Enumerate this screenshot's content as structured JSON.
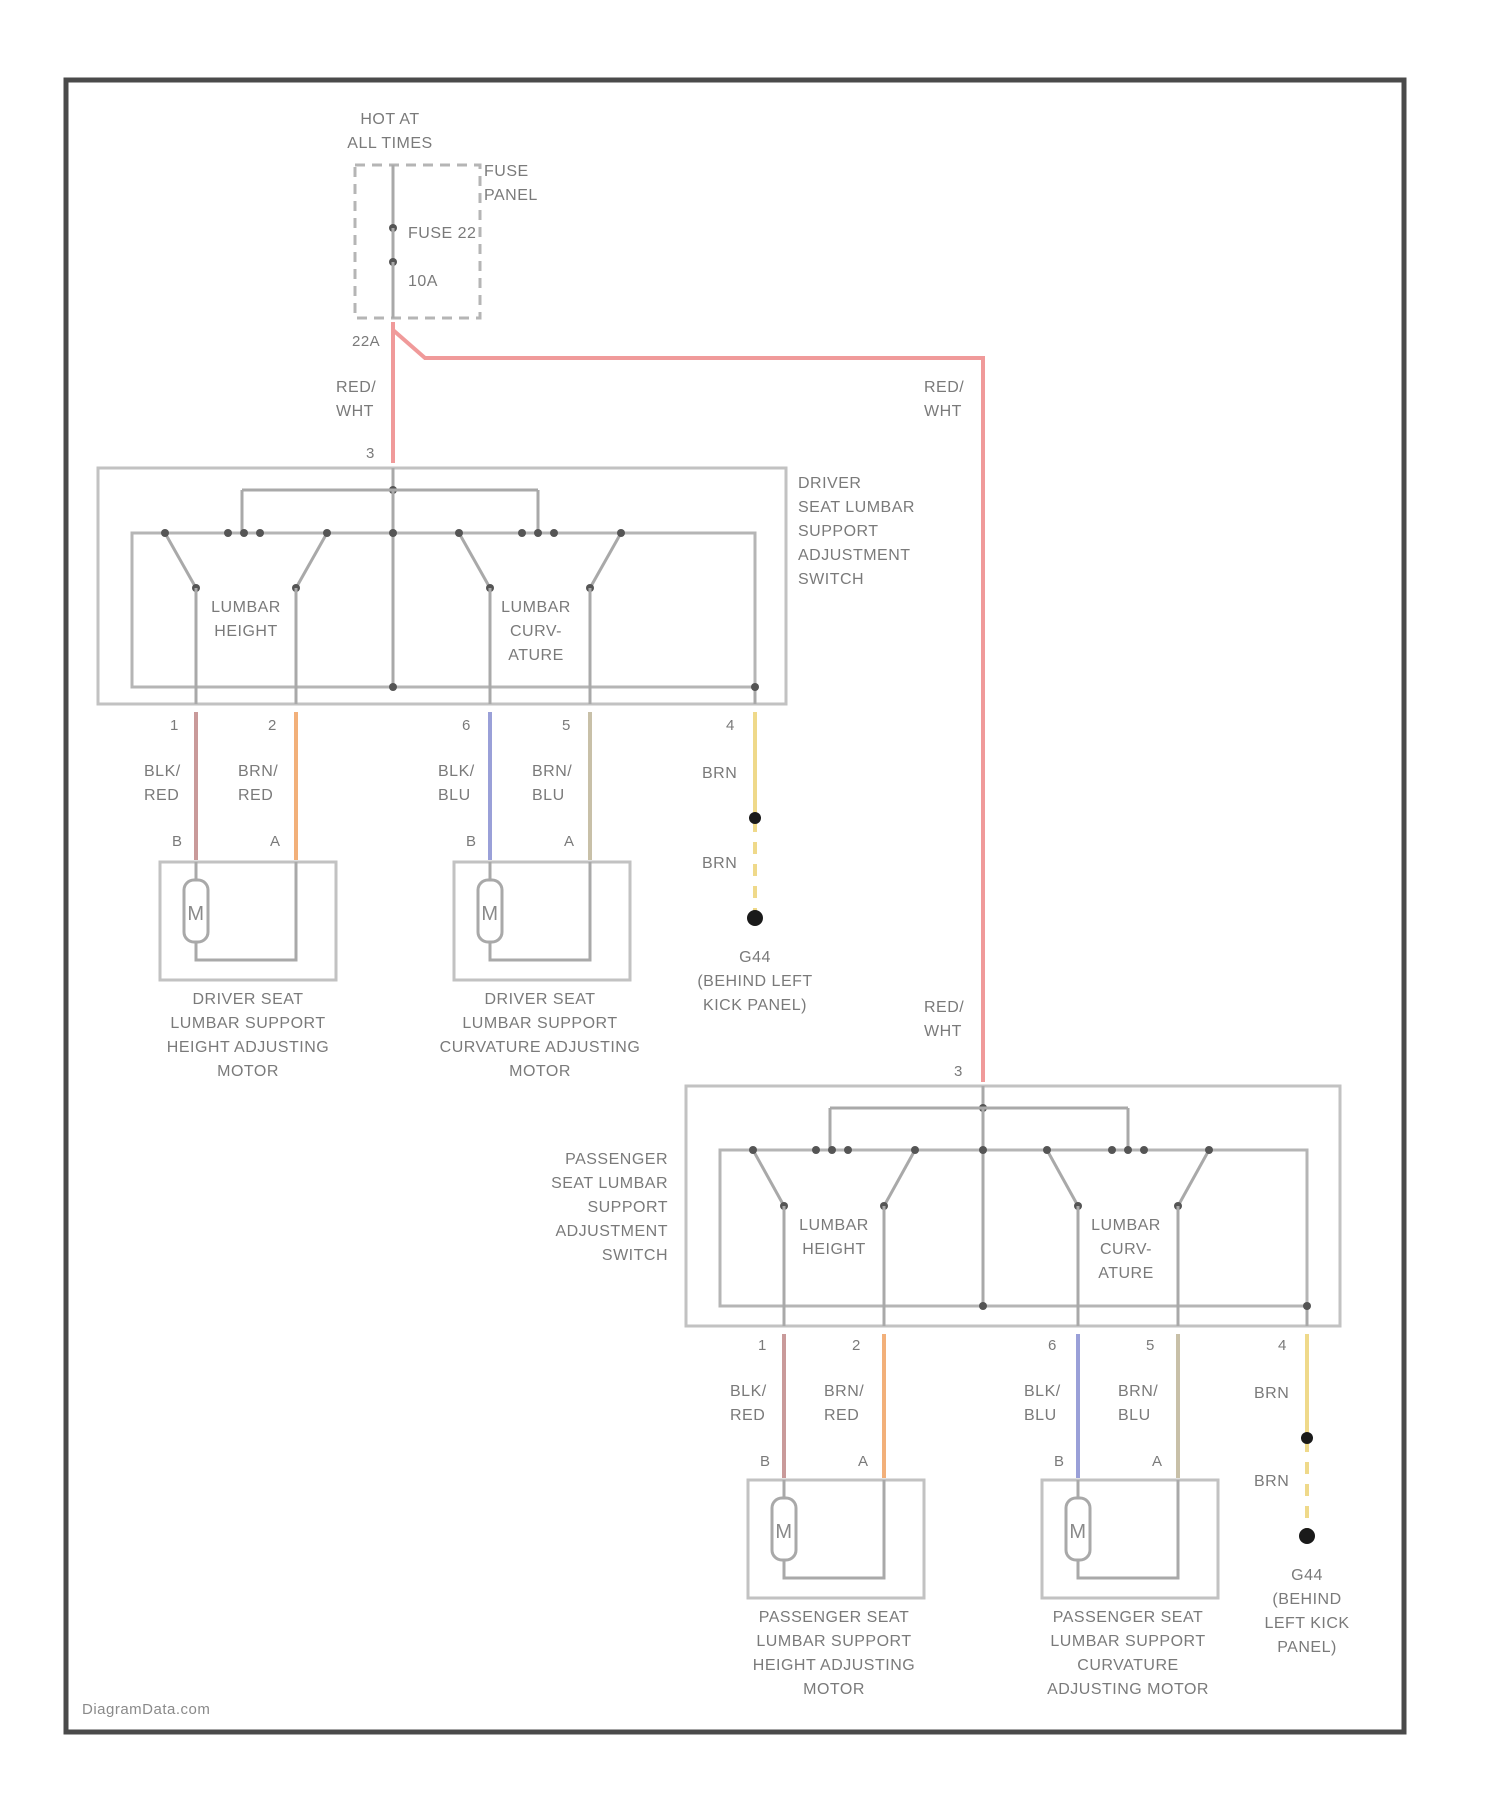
{
  "fuse_panel": {
    "hot_label": [
      "HOT AT",
      "ALL TIMES"
    ],
    "panel_label": [
      "FUSE",
      "PANEL"
    ],
    "fuse_name": "FUSE 22",
    "fuse_rating": "10A",
    "output_pin": "22A"
  },
  "wires": {
    "feed_left": [
      "RED/",
      "WHT"
    ],
    "feed_right": [
      "RED/",
      "WHT"
    ],
    "feed_passenger": [
      "RED/",
      "WHT"
    ],
    "colors": {
      "red_wht": "#f09a9a",
      "blk_red": "#c99a9a",
      "brn_red": "#f2b07a",
      "blk_blu": "#9aa0d8",
      "brn_blu": "#c8c0a8",
      "brn": "#efd98a"
    }
  },
  "driver_switch": {
    "label": [
      "DRIVER",
      "SEAT LUMBAR",
      "SUPPORT",
      "ADJUSTMENT",
      "SWITCH"
    ],
    "input_pin": "3",
    "height_label": [
      "LUMBAR",
      "HEIGHT"
    ],
    "curv_label": [
      "LUMBAR",
      "CURV-",
      "ATURE"
    ],
    "pins": [
      "1",
      "2",
      "6",
      "5",
      "4"
    ],
    "wire_labels": [
      [
        "BLK/",
        "RED"
      ],
      [
        "BRN/",
        "RED"
      ],
      [
        "BLK/",
        "BLU"
      ],
      [
        "BRN/",
        "BLU"
      ],
      [
        "BRN"
      ]
    ]
  },
  "driver_motors": [
    {
      "label": [
        "DRIVER SEAT",
        "LUMBAR SUPPORT",
        "HEIGHT ADJUSTING",
        "MOTOR"
      ],
      "pin_b": "B",
      "pin_a": "A",
      "symbol": "M"
    },
    {
      "label": [
        "DRIVER SEAT",
        "LUMBAR SUPPORT",
        "CURVATURE ADJUSTING",
        "MOTOR"
      ],
      "pin_b": "B",
      "pin_a": "A",
      "symbol": "M"
    }
  ],
  "driver_ground": {
    "wire_below": "BRN",
    "label": [
      "G44",
      "(BEHIND LEFT",
      "KICK PANEL)"
    ]
  },
  "passenger_switch": {
    "label": [
      "PASSENGER",
      "SEAT LUMBAR",
      "SUPPORT",
      "ADJUSTMENT",
      "SWITCH"
    ],
    "input_pin": "3",
    "height_label": [
      "LUMBAR",
      "HEIGHT"
    ],
    "curv_label": [
      "LUMBAR",
      "CURV-",
      "ATURE"
    ],
    "pins": [
      "1",
      "2",
      "6",
      "5",
      "4"
    ],
    "wire_labels": [
      [
        "BLK/",
        "RED"
      ],
      [
        "BRN/",
        "RED"
      ],
      [
        "BLK/",
        "BLU"
      ],
      [
        "BRN/",
        "BLU"
      ],
      [
        "BRN"
      ]
    ]
  },
  "passenger_motors": [
    {
      "label": [
        "PASSENGER SEAT",
        "LUMBAR SUPPORT",
        "HEIGHT ADJUSTING",
        "MOTOR"
      ],
      "pin_b": "B",
      "pin_a": "A",
      "symbol": "M"
    },
    {
      "label": [
        "PASSENGER SEAT",
        "LUMBAR SUPPORT",
        "CURVATURE",
        "ADJUSTING MOTOR"
      ],
      "pin_b": "B",
      "pin_a": "A",
      "symbol": "M"
    }
  ],
  "passenger_ground": {
    "wire_below": "BRN",
    "label": [
      "G44",
      "(BEHIND",
      "LEFT KICK",
      "PANEL)"
    ]
  },
  "footer": "DiagramData.com"
}
